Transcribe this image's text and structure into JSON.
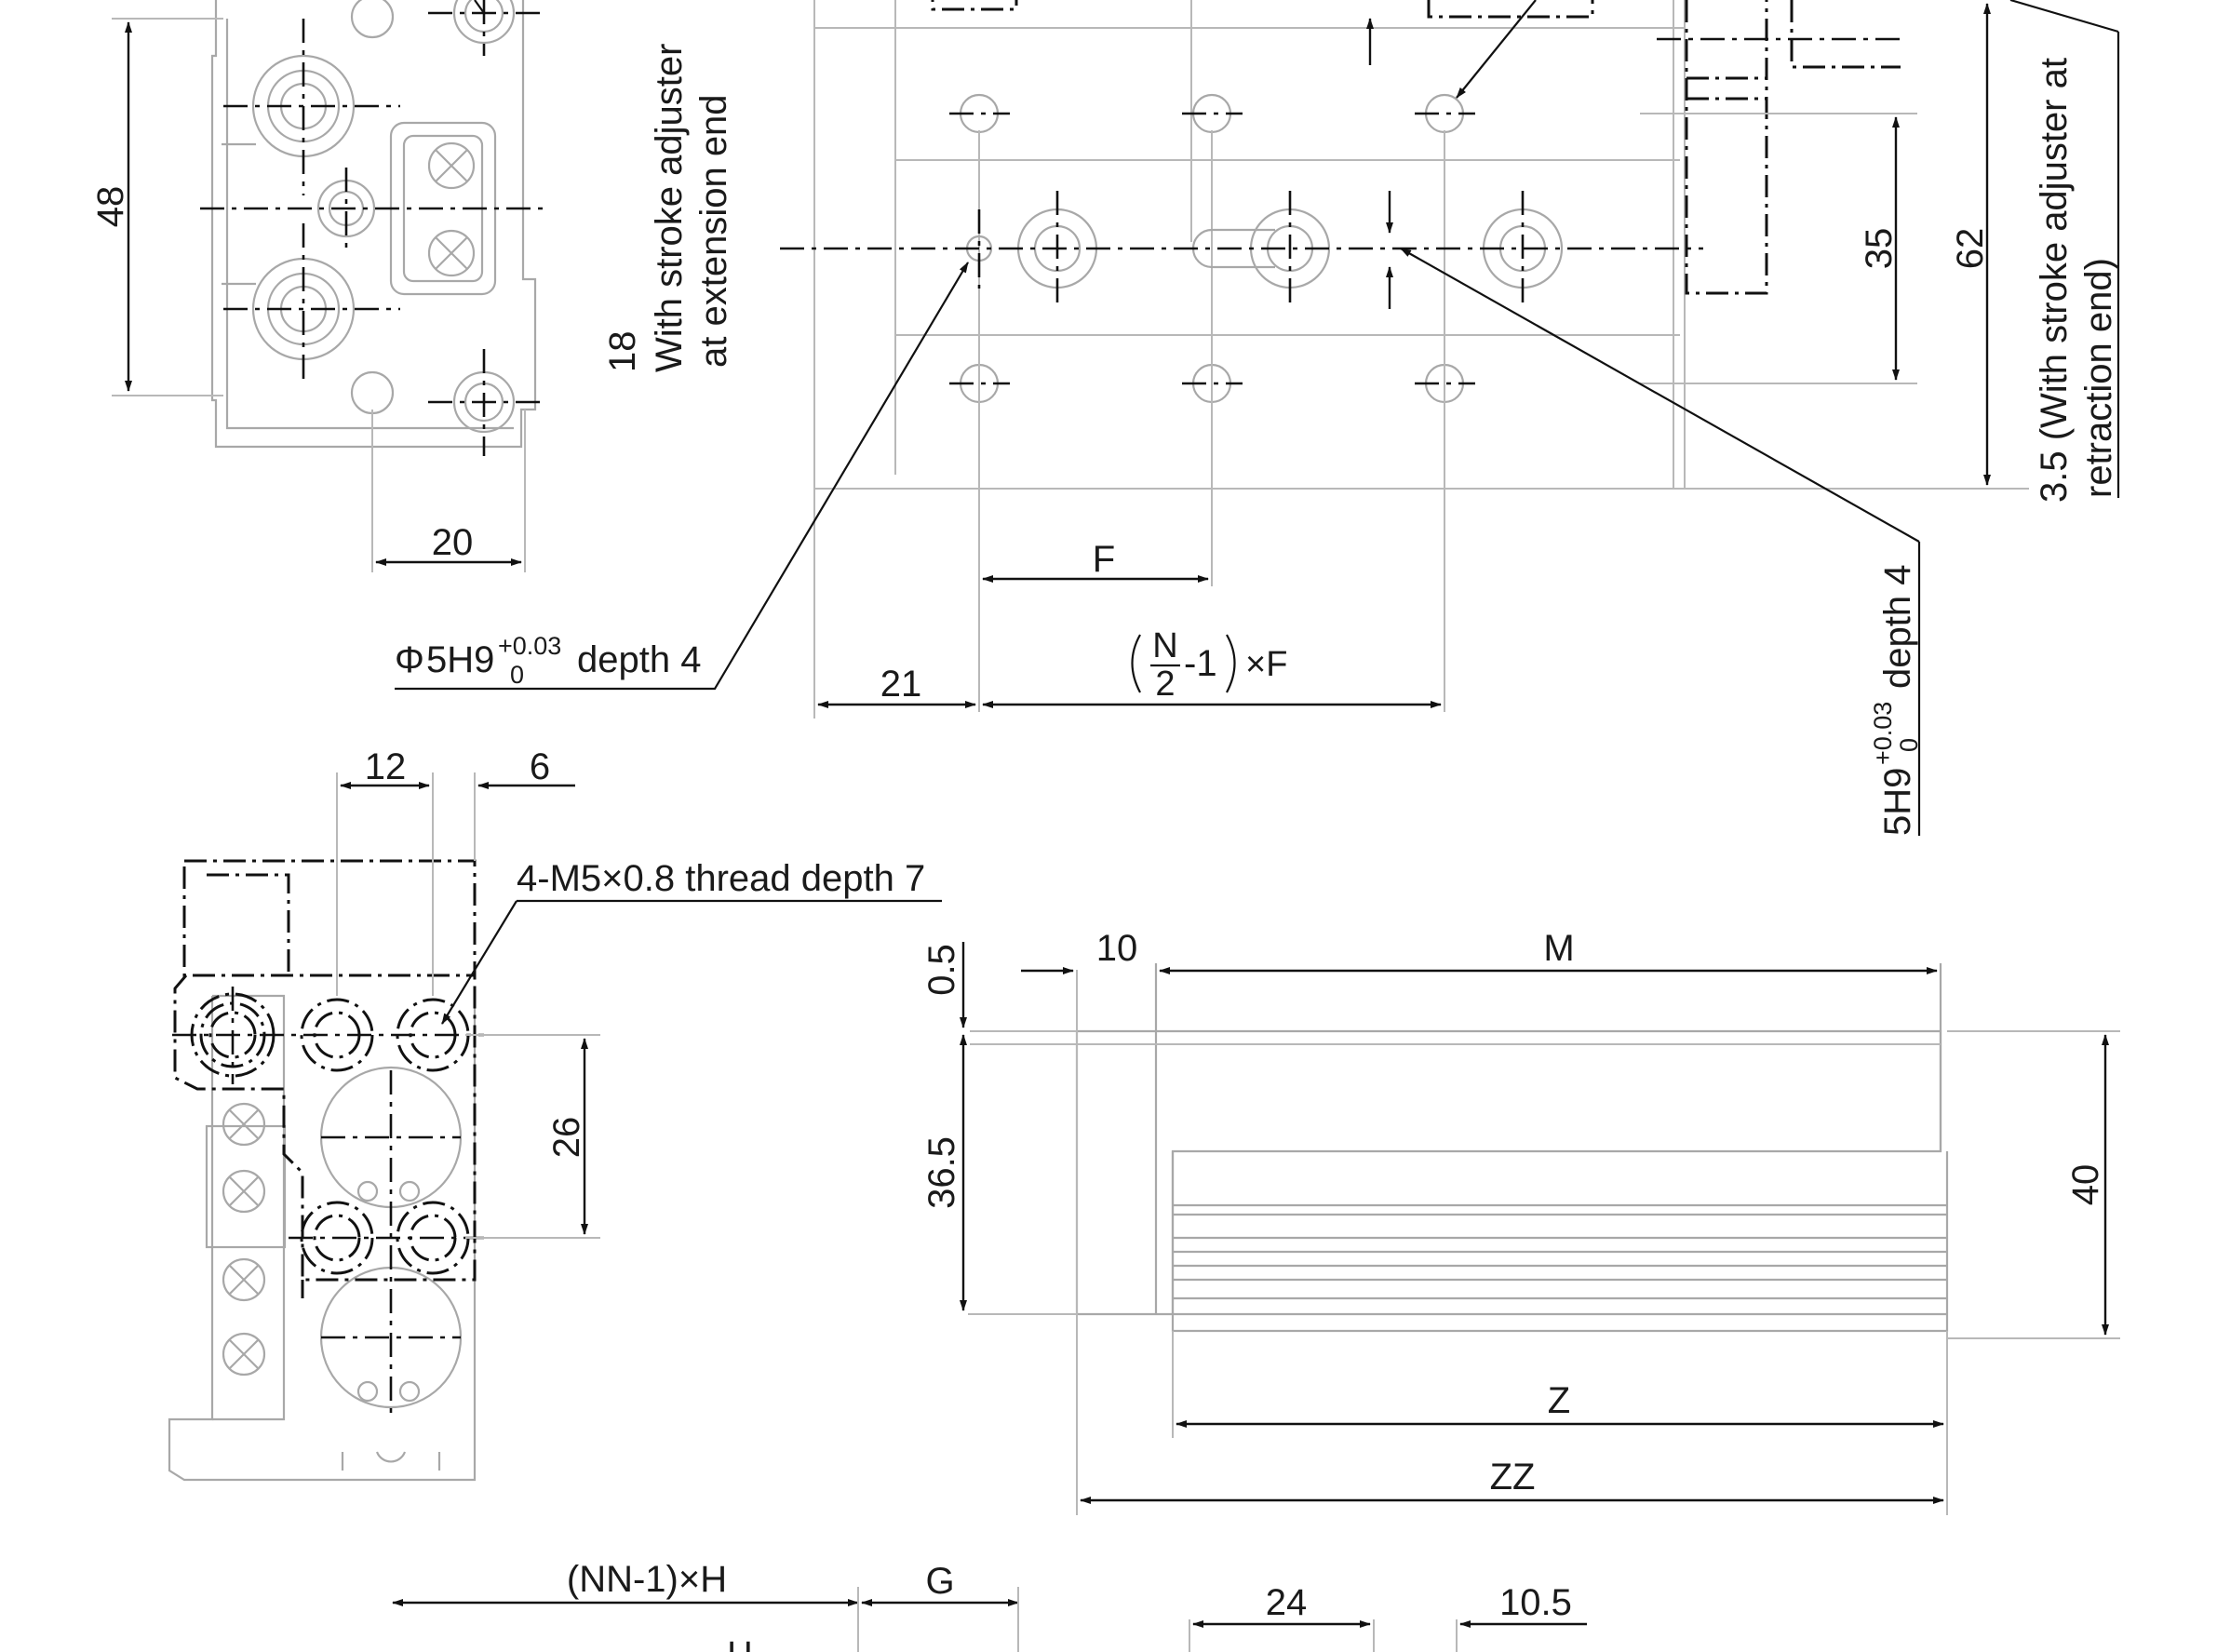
{
  "labels": {
    "d48": "48",
    "d20": "20",
    "d18": "18",
    "stroke_ext_1": "With stroke adjuster",
    "stroke_ext_2": "at extension end",
    "dF": "F",
    "d21": "21",
    "nf_n": "N",
    "nf_2": "2",
    "nf_minus1": "-1",
    "nf_xF": "×F",
    "d35": "35",
    "d62": "62",
    "stroke_ret_1": "3.5 (With stroke adjuster at",
    "stroke_ret_2": "retraction end)",
    "phi_symbol": "Φ",
    "phi_base": "5H9",
    "phi_tol_up": "+0.03",
    "phi_tol_low": "0",
    "phi_depth": "depth 4",
    "slot_base": "5H9",
    "slot_tol_up": "+0.03",
    "slot_tol_low": "0",
    "slot_depth": "depth 4",
    "d12": "12",
    "d6": "6",
    "thread": "4-M5×0.8 thread depth 7",
    "d26": "26",
    "d05": "0.5",
    "d10": "10",
    "dM": "M",
    "d365": "36.5",
    "d40": "40",
    "dZ": "Z",
    "dZZ": "ZZ",
    "dNN": "(NN-1)×H",
    "dG": "G",
    "d24": "24",
    "d105": "10.5",
    "dH": "H"
  }
}
